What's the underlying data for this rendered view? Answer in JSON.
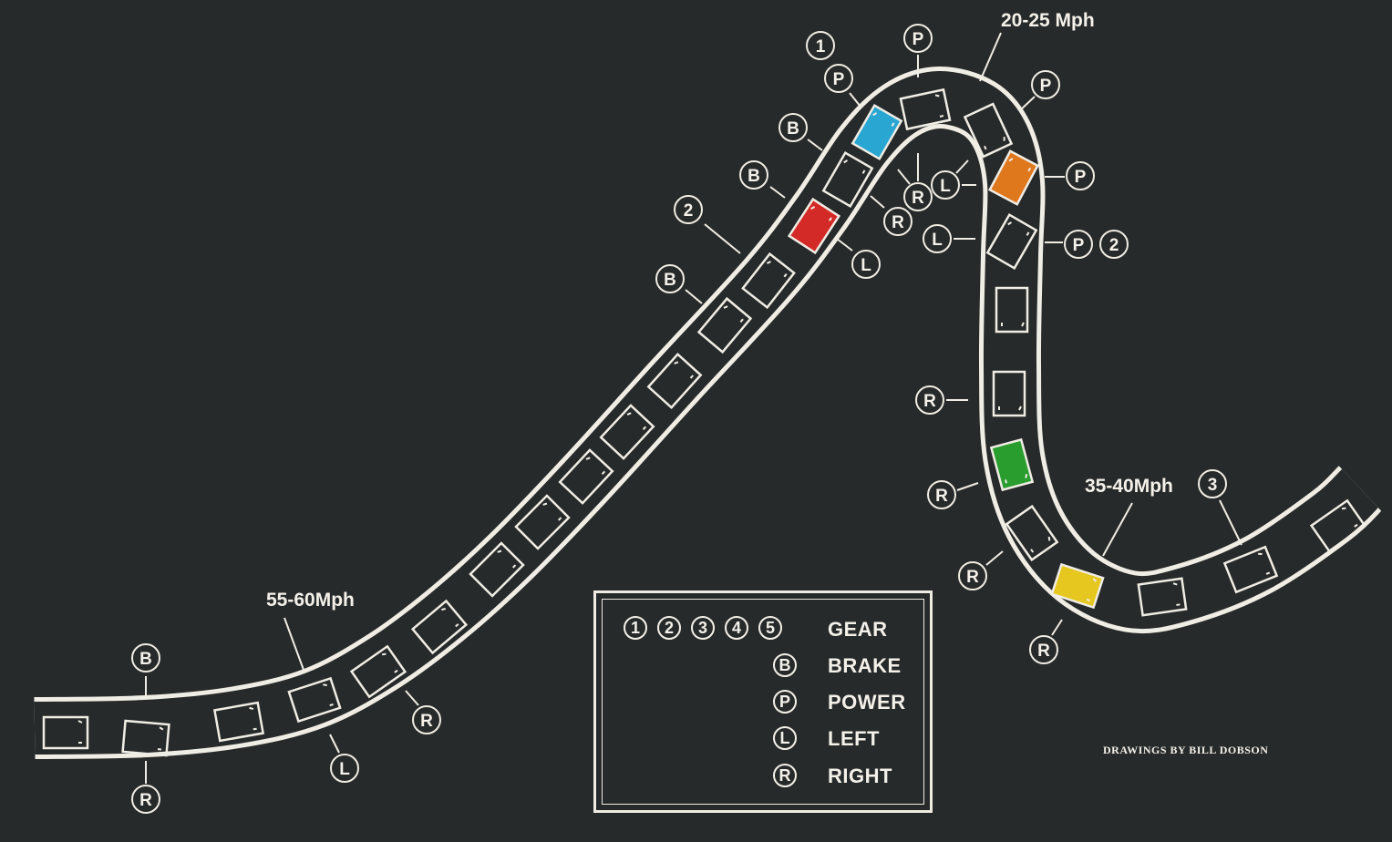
{
  "speeds": {
    "low": "20-25 Mph",
    "mid": "35-40Mph",
    "high": "55-60Mph"
  },
  "callouts": [
    "B",
    "R",
    "L",
    "R",
    "B",
    "2",
    "B",
    "B",
    "1",
    "P",
    "P",
    "P",
    "P",
    "P",
    "2",
    "L",
    "L",
    "R",
    "R",
    "L",
    "R",
    "R",
    "R",
    "R",
    "3"
  ],
  "legend": {
    "gears": [
      "1",
      "2",
      "3",
      "4",
      "5"
    ],
    "rows": [
      {
        "symbol": "5",
        "label": "GEAR"
      },
      {
        "symbol": "B",
        "label": "BRAKE"
      },
      {
        "symbol": "P",
        "label": "POWER"
      },
      {
        "symbol": "L",
        "label": "LEFT"
      },
      {
        "symbol": "R",
        "label": "RIGHT"
      }
    ]
  },
  "credit": "DRAWINGS BY BILL DOBSON",
  "colors": {
    "background": "#272a2a",
    "line": "#f0ede5",
    "red": "#d42a27",
    "blue": "#2aa6d3",
    "orange": "#df771d",
    "green": "#2a9d2f",
    "yellow": "#e6c71f"
  }
}
